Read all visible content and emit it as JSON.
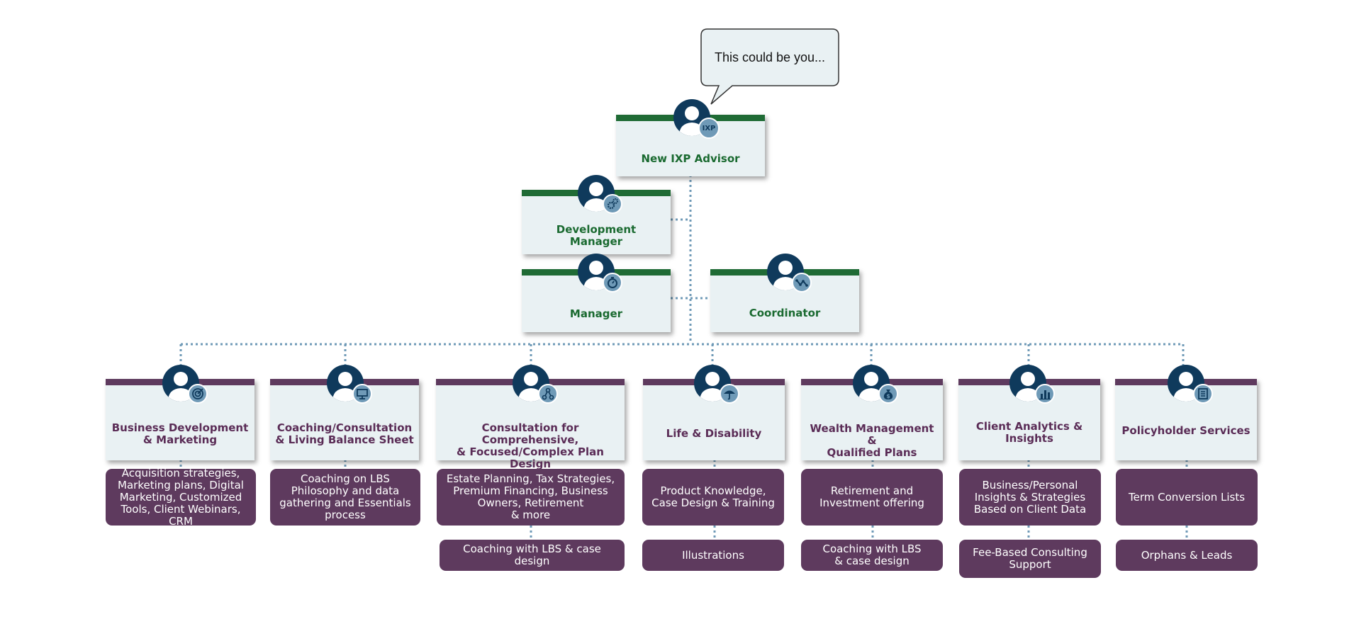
{
  "callout": {
    "text": "This could be you..."
  },
  "top": {
    "label": "New IXP Advisor",
    "badge": "IXP"
  },
  "managers": [
    {
      "label": "Development\nManager",
      "icon": "gears-icon"
    },
    {
      "label": "Manager",
      "icon": "stopwatch-icon"
    },
    {
      "label": "Coordinator",
      "icon": "network-icon"
    }
  ],
  "departments": [
    {
      "label": "Business Development\n& Marketing",
      "icon": "target-icon",
      "details": [
        "Acquisition strategies,\nMarketing plans, Digital\nMarketing, Customized\nTools, Client Webinars, CRM"
      ]
    },
    {
      "label": "Coaching/Consultation\n& Living Balance Sheet",
      "icon": "presentation-icon",
      "details": [
        "Coaching on LBS\nPhilosophy and data\ngathering and Essentials\nprocess"
      ]
    },
    {
      "label": "Consultation for Comprehensive,\n& Focused/Complex Plan Design",
      "icon": "hierarchy-icon",
      "details": [
        "Estate Planning, Tax Strategies,\nPremium Financing, Business\nOwners, Retirement\n& more",
        "Coaching with LBS & case design"
      ]
    },
    {
      "label": "Life & Disability",
      "icon": "umbrella-icon",
      "details": [
        "Product Knowledge,\nCase Design & Training",
        "Illustrations"
      ]
    },
    {
      "label": "Wealth Management &\nQualified Plans",
      "icon": "money-bag-icon",
      "details": [
        "Retirement and\nInvestment offering",
        "Coaching with LBS\n& case design"
      ]
    },
    {
      "label": "Client Analytics &\nInsights",
      "icon": "bar-chart-icon",
      "details": [
        "Business/Personal\nInsights & Strategies\nBased on Client Data",
        "Fee-Based Consulting\nSupport"
      ]
    },
    {
      "label": "Policyholder Services",
      "icon": "document-icon",
      "details": [
        "Term Conversion Lists",
        "Orphans & Leads"
      ]
    }
  ],
  "colors": {
    "green": "#1f6b35",
    "purple": "#5e3a5e",
    "navy": "#0f3a5c",
    "box": "#e9f1f3",
    "connector": "#6f9ab7"
  }
}
